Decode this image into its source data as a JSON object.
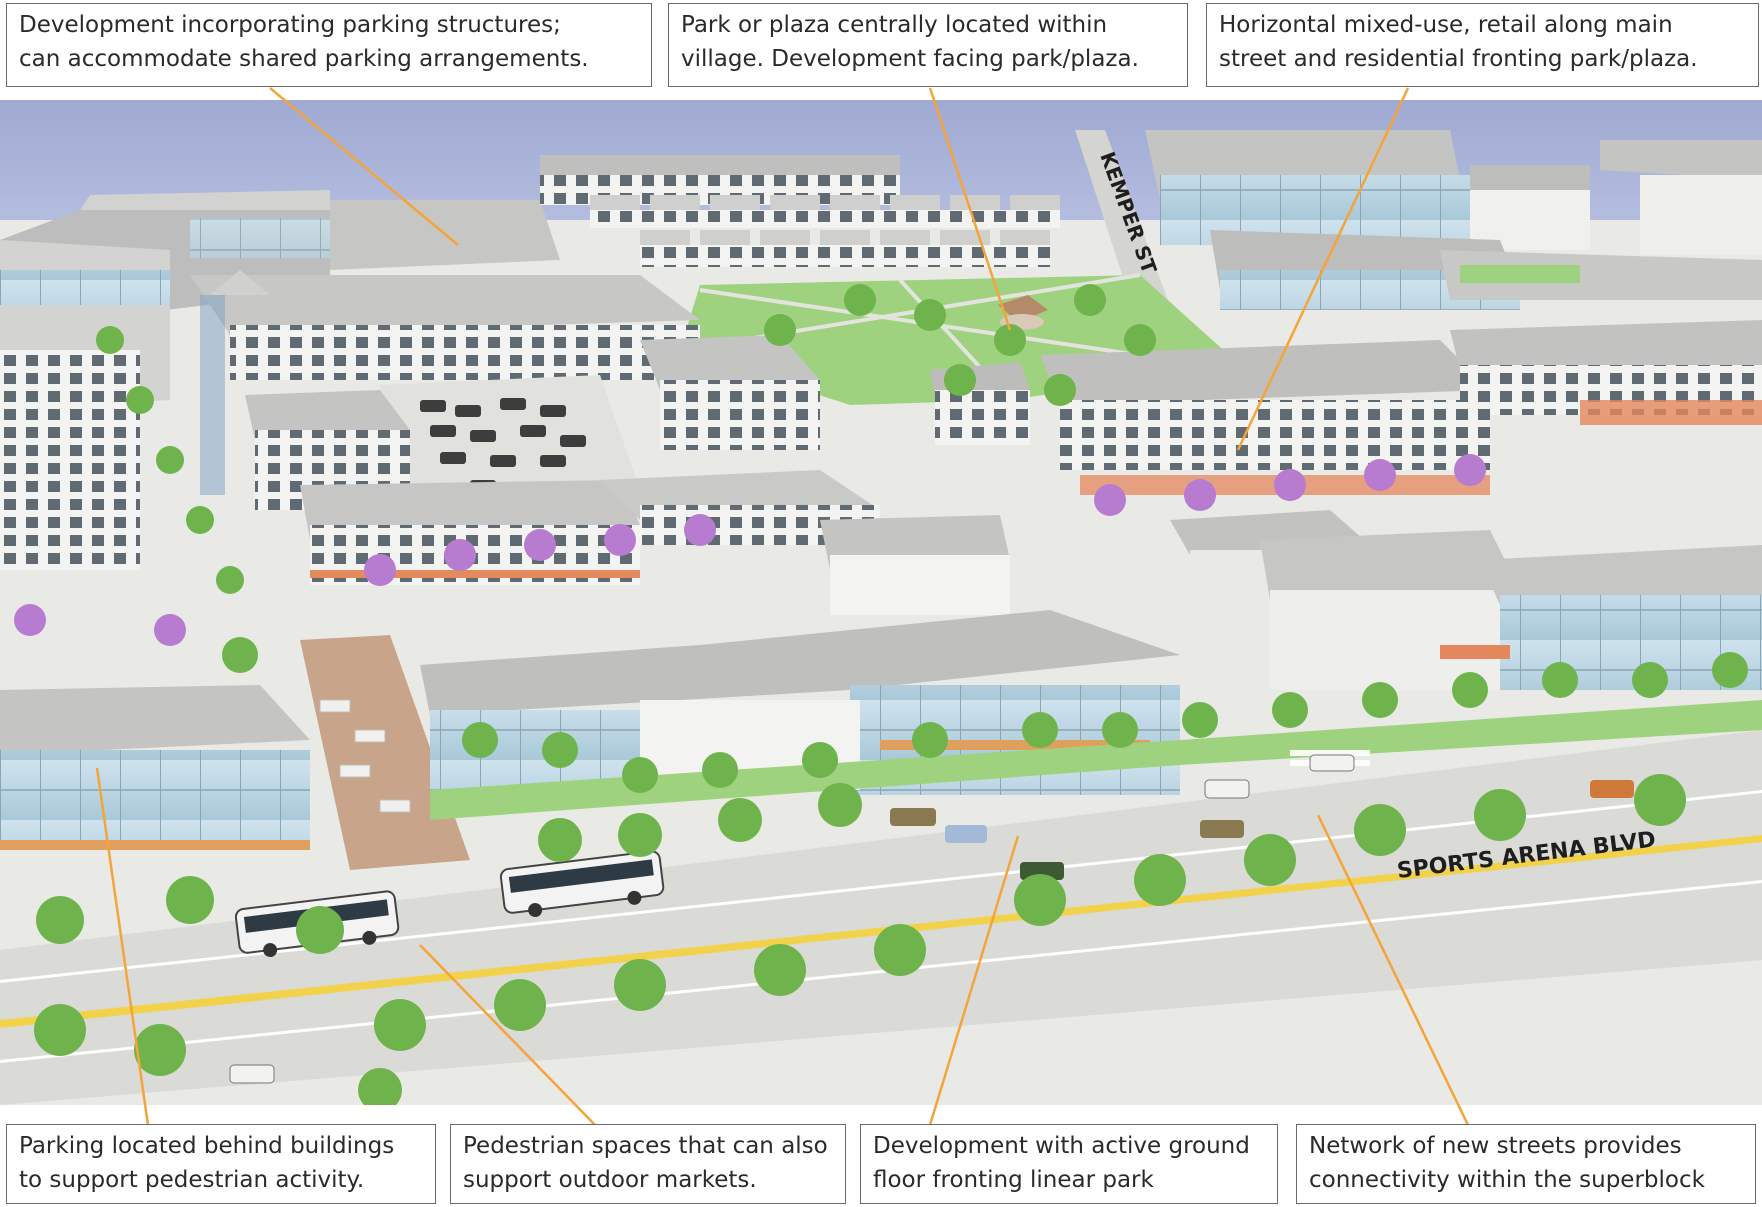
{
  "callouts": {
    "parking_structures": [
      "Development incorporating parking structures;",
      "can accommodate shared parking arrangements."
    ],
    "park_plaza": [
      "Park or plaza centrally located within",
      "village. Development facing park/plaza."
    ],
    "mixed_use": [
      "Horizontal mixed-use, retail along main",
      "street and residential fronting park/plaza."
    ],
    "parking_behind": [
      "Parking located behind buildings",
      "to support pedestrian activity."
    ],
    "pedestrian_spaces": [
      "Pedestrian spaces that can also",
      "support outdoor markets."
    ],
    "active_ground_floor": [
      "Development with active ground",
      "floor fronting linear park"
    ],
    "street_network": [
      "Network of new streets provides",
      "connectivity within the superblock"
    ]
  },
  "streets": {
    "kemper": "KEMPER ST",
    "sports_arena": "SPORTS ARENA BLVD"
  },
  "colors": {
    "sky": "#a9b4d8",
    "grass": "#9fd27f",
    "roof": "#bdbdbd",
    "facade": "#f1f1ef",
    "road": "#d9d9d6",
    "leader": "#f4a43a",
    "tree": "#6fb34c",
    "flower_tree": "#b77bd0"
  }
}
